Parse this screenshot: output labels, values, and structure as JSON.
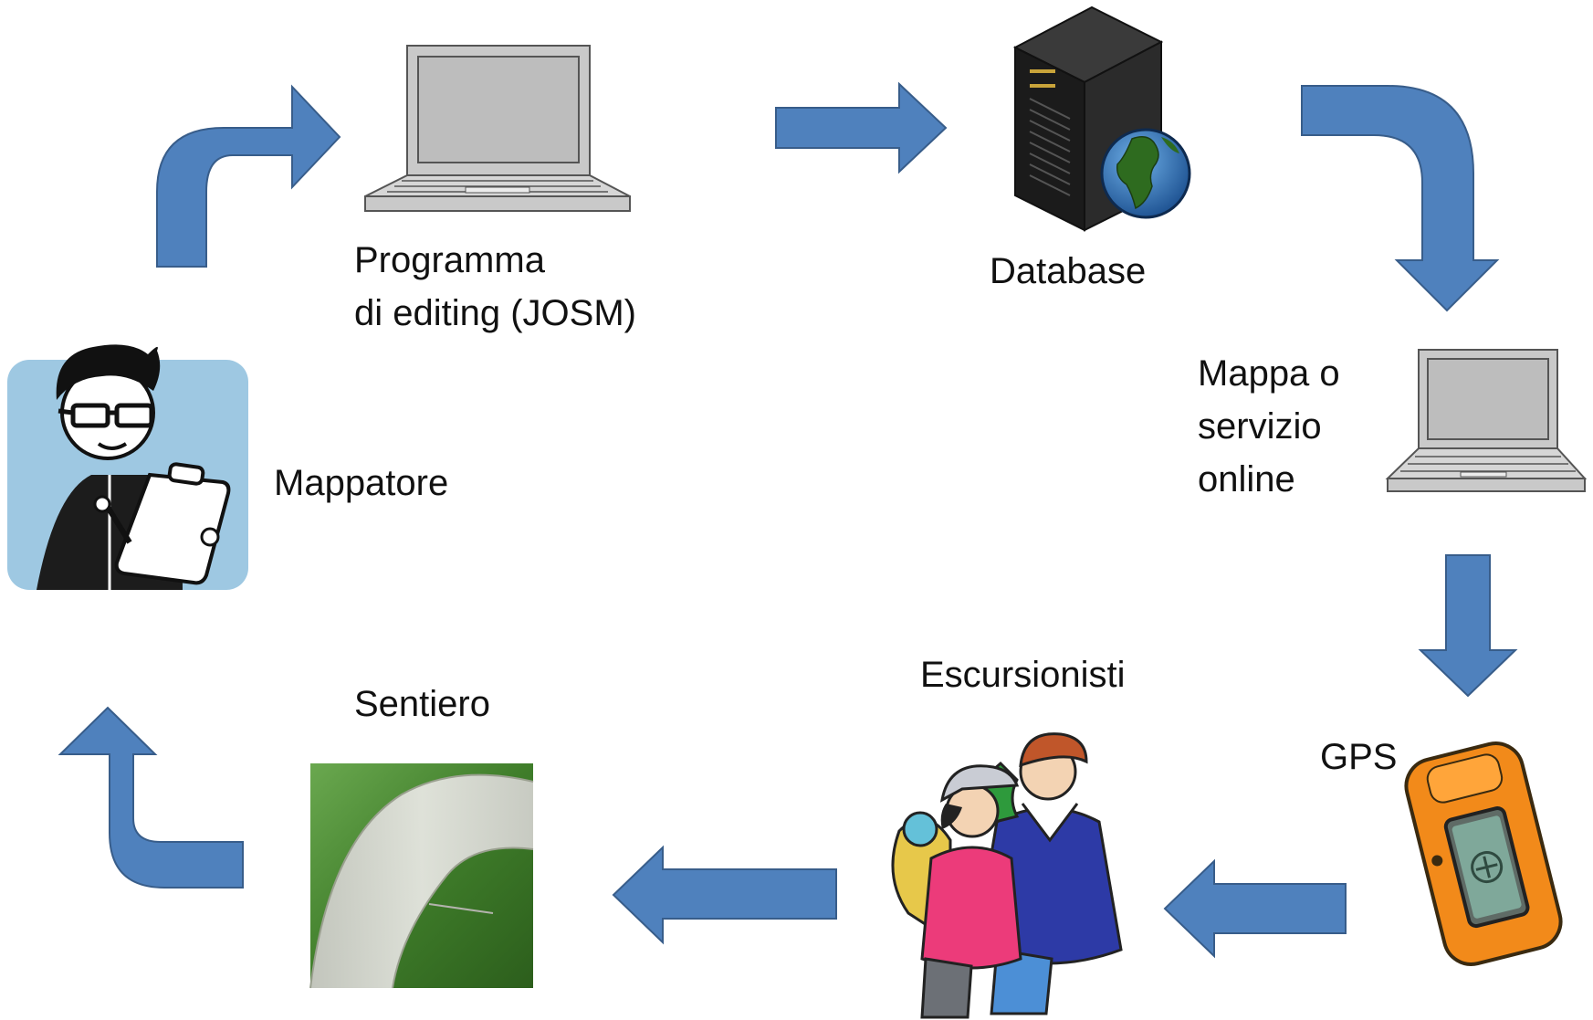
{
  "colors": {
    "arrow_fill": "#4f81bd",
    "arrow_stroke": "#385d8a",
    "laptop_body": "#c9c9c9",
    "laptop_screen": "#bdbdbd",
    "server_body": "#1b1b1b",
    "globe_sea": "#2f6fb7",
    "globe_land": "#2e6b1f",
    "mapper_bg": "#9ec8e2",
    "gps_orange": "#f28a1a",
    "grass": "#4c8a2f",
    "path": "#d8d8d2"
  },
  "nodes": {
    "editor": {
      "lines": [
        "Programma",
        "di editing (JOSM)"
      ],
      "icon": "laptop-icon"
    },
    "database": {
      "label": "Database",
      "icon": "server-globe-icon"
    },
    "online": {
      "lines": [
        "Mappa o",
        "servizio",
        "online"
      ],
      "icon": "laptop-icon"
    },
    "gps": {
      "label": "GPS",
      "icon": "gps-device-icon"
    },
    "hikers": {
      "label": "Escursionisti",
      "icon": "hikers-icon"
    },
    "trail": {
      "label": "Sentiero",
      "icon": "trail-photo"
    },
    "mapper": {
      "label": "Mappatore",
      "icon": "mapper-clipboard-icon"
    }
  }
}
